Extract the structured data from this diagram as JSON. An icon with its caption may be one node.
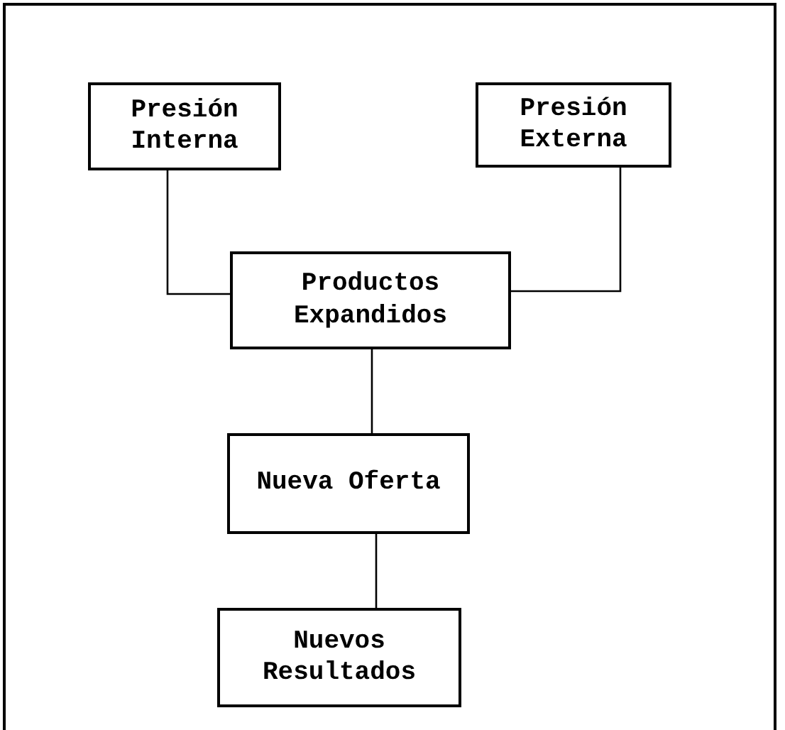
{
  "diagram": {
    "nodes": [
      {
        "text": [
          "Presión Interna"
        ]
      },
      {
        "text": [
          "Presión Externa"
        ]
      },
      {
        "text": [
          "Productos Expandidos"
        ]
      },
      {
        "text": [
          "Nueva Oferta"
        ]
      },
      {
        "text": [
          "Nuevos Resultados"
        ]
      }
    ],
    "edges": [
      {
        "from": 0,
        "to": 2,
        "arrow": "none"
      },
      {
        "from": 1,
        "to": 2,
        "arrow": "none"
      },
      {
        "from": 2,
        "to": 3,
        "arrow": "none"
      },
      {
        "from": 3,
        "to": 4,
        "arrow": "none"
      }
    ]
  }
}
